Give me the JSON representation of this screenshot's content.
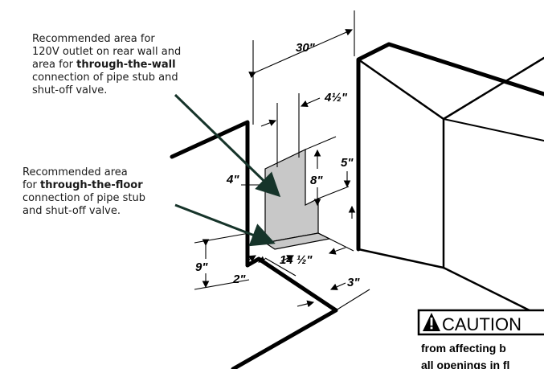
{
  "note_wall": {
    "line1": "Recommended area for",
    "line2": "120V outlet on rear wall and",
    "line3_a": "area for ",
    "line3_b": "through-the-wall",
    "line4": "connection of pipe stub and",
    "line5": "shut-off valve."
  },
  "note_floor": {
    "line1": "Recommended area",
    "line2_a": "for ",
    "line2_b": "through-the-floor",
    "line3": "connection of pipe stub",
    "line4": "and shut-off valve."
  },
  "dimensions": {
    "width": "30\"",
    "wall_area_width": "4½\"",
    "upper_height": "5\"",
    "area_height": "8\"",
    "left_offset": "4\"",
    "floor_height": "9\"",
    "side_gap": "2\"",
    "floor_depth": "14 ½\"",
    "front_gap": "3\""
  },
  "caution": {
    "label": "CAUTION",
    "line1": "from affecting b",
    "line2": "all openings in fl"
  },
  "colors": {
    "outline": "#000000",
    "area_fill": "#c8c8c8",
    "arrow": "#16342a"
  }
}
